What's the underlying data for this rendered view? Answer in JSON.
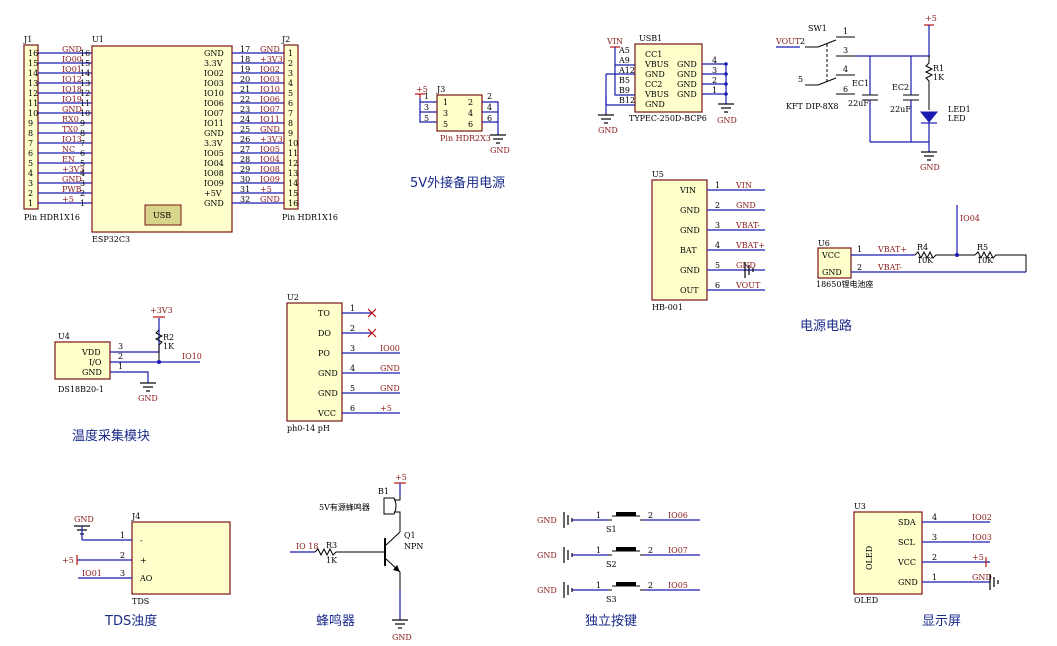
{
  "titles": {
    "backup_power": "5V外接备用电源",
    "power_circuit": "电源电路",
    "temperature": "温度采集模块",
    "tds": "TDS浊度",
    "buzzer": "蜂鸣器",
    "keys": "独立按键",
    "display": "显示屏"
  },
  "u1": {
    "ref": "U1",
    "name": "ESP32C3",
    "usb": "USB",
    "left_pins": [
      "GND",
      "IO00",
      "IO01",
      "IO12",
      "IO18",
      "IO19",
      "GND",
      "RX0",
      "TX0",
      "IO13",
      "NC",
      "EN",
      "3.3V",
      "GND",
      "PWB",
      "+5V"
    ],
    "right_pins": [
      "GND",
      "3.3V",
      "IO02",
      "IO03",
      "IO10",
      "IO06",
      "IO07",
      "IO11",
      "GND",
      "3.3V",
      "IO05",
      "IO04",
      "IO08",
      "IO09",
      "+5V",
      "GND"
    ],
    "left_nums": [
      "16",
      "15",
      "14",
      "13",
      "12",
      "11",
      "10",
      "9",
      "8",
      "7",
      "6",
      "5",
      "4",
      "3",
      "2",
      "1"
    ],
    "right_nums": [
      "17",
      "18",
      "19",
      "20",
      "21",
      "22",
      "23",
      "24",
      "25",
      "26",
      "27",
      "28",
      "29",
      "30",
      "31",
      "32"
    ]
  },
  "j1": {
    "ref": "J1",
    "name": "Pin HDR1X16",
    "nums": [
      "16",
      "15",
      "14",
      "13",
      "12",
      "11",
      "10",
      "9",
      "8",
      "7",
      "6",
      "5",
      "4",
      "3",
      "2",
      "1"
    ],
    "nets": [
      "GND",
      "IO00",
      "IO01",
      "IO12",
      "IO18",
      "IO19",
      "GND",
      "RX0",
      "TX0",
      "IO13",
      "NC",
      "EN",
      "+3V3",
      "GND",
      "PWB",
      "+5"
    ]
  },
  "j2": {
    "ref": "J2",
    "name": "Pin HDR1X16",
    "nums": [
      "1",
      "2",
      "3",
      "4",
      "5",
      "6",
      "7",
      "8",
      "9",
      "10",
      "11",
      "12",
      "13",
      "14",
      "15",
      "16"
    ],
    "nets": [
      "GND",
      "+3V3",
      "IO02",
      "IO03",
      "IO10",
      "IO06",
      "IO07",
      "IO11",
      "GND",
      "+3V3",
      "IO05",
      "IO04",
      "IO08",
      "IO09",
      "+5",
      "GND"
    ]
  },
  "j3": {
    "ref": "J3",
    "name": "Pin HDR2X3",
    "net": "+5",
    "gnd": "GND",
    "pins": [
      "1",
      "2",
      "3",
      "4",
      "5",
      "6"
    ]
  },
  "usb1": {
    "ref": "USB1",
    "name": "TYPEC-250D-BCP6",
    "vin": "VIN",
    "left_pins": [
      "A5",
      "A9",
      "A12",
      "B5",
      "B9",
      "B12"
    ],
    "inner_left": [
      "CC1",
      "VBUS",
      "GND",
      "CC2",
      "VBUS",
      "GND"
    ],
    "inner_right": [
      "GND",
      "GND",
      "GND",
      "GND"
    ],
    "right_nums": [
      "4",
      "3",
      "2",
      "1"
    ],
    "gnd": "GND"
  },
  "sw1": {
    "ref": "SW1",
    "name": "KFT DIP-8X8",
    "net": "VOUT",
    "pins": [
      "1",
      "2",
      "3",
      "4",
      "5",
      "6"
    ]
  },
  "power_led": {
    "net": "+5",
    "r1": "R1",
    "r1_val": "1K",
    "ec1": "EC1",
    "ec1_val": "22uF",
    "ec2": "EC2",
    "ec2_val": "22uF",
    "led": "LED1",
    "led_name": "LED",
    "gnd": "GND"
  },
  "u5": {
    "ref": "U5",
    "name": "HB-001",
    "pins": [
      "VIN",
      "GND",
      "GND",
      "BAT",
      "GND",
      "OUT"
    ],
    "nums": [
      "1",
      "2",
      "3",
      "4",
      "5",
      "6"
    ],
    "nets": [
      "VIN",
      "GND",
      "VBAT-",
      "VBAT+",
      "GND",
      "VOUT"
    ]
  },
  "u6": {
    "ref": "U6",
    "name": "18650锂电池座",
    "pin_vcc": "VCC",
    "pin_gnd": "GND",
    "nums": [
      "1",
      "2"
    ],
    "net1": "VBAT+",
    "net2": "VBAT-",
    "r4": "R4",
    "r4_val": "10K",
    "r5": "R5",
    "r5_val": "10K",
    "io": "IO04"
  },
  "u4": {
    "ref": "U4",
    "name": "DS18B20-1",
    "pins": [
      "VDD",
      "I/O",
      "GND"
    ],
    "nums": [
      "3",
      "2",
      "1"
    ],
    "net": "+3V3",
    "r2": "R2",
    "r2_val": "1K",
    "io": "IO10",
    "gnd": "GND"
  },
  "u2": {
    "ref": "U2",
    "name": "ph0-14 pH",
    "pins": [
      "TO",
      "DO",
      "PO",
      "GND",
      "GND",
      "VCC"
    ],
    "nums": [
      "1",
      "2",
      "3",
      "4",
      "5",
      "6"
    ],
    "nets": [
      "",
      "",
      "IO00",
      "GND",
      "GND",
      "+5"
    ]
  },
  "j4": {
    "ref": "J4",
    "name": "TDS",
    "pins": [
      "-",
      "+",
      "AO"
    ],
    "nums": [
      "1",
      "2",
      "3"
    ],
    "nets": [
      "GND",
      "+5",
      "IO01"
    ]
  },
  "buzzer": {
    "b1": "B1",
    "b1_name": "5V有源蜂鸣器",
    "q1": "Q1",
    "q1_type": "NPN",
    "r3": "R3",
    "r3_val": "1K",
    "io": "IO 18",
    "vcc": "+5",
    "gnd": "GND"
  },
  "keys": [
    {
      "ref": "S1",
      "net": "IO06",
      "gnd": "GND",
      "p1": "1",
      "p2": "2"
    },
    {
      "ref": "S2",
      "net": "IO07",
      "gnd": "GND",
      "p1": "1",
      "p2": "2"
    },
    {
      "ref": "S3",
      "net": "IO05",
      "gnd": "GND",
      "p1": "1",
      "p2": "2"
    }
  ],
  "u3": {
    "ref": "U3",
    "name": "OLED",
    "label": "OLED",
    "pins": [
      "SDA",
      "SCL",
      "VCC",
      "GND"
    ],
    "nums": [
      "4",
      "3",
      "2",
      "1"
    ],
    "nets": [
      "IO02",
      "IO03",
      "+5",
      "GND"
    ]
  }
}
